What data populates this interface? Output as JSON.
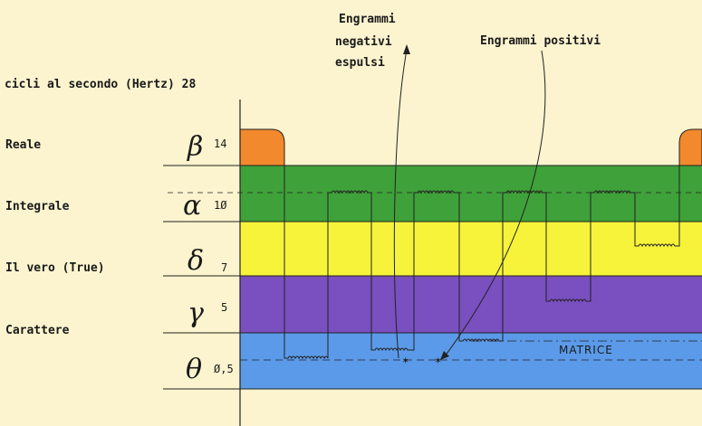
{
  "header": {
    "frequency_label": "cicli al secondo (Hertz) 28"
  },
  "levels": [
    {
      "name": "Reale",
      "symbol": "β",
      "hz": "14"
    },
    {
      "name": "Integrale",
      "symbol": "α",
      "hz": "1Ø"
    },
    {
      "name": "Il vero (True)",
      "symbol": "δ",
      "hz": "7"
    },
    {
      "name": "Carattere",
      "symbol": "γ",
      "hz": "5"
    },
    {
      "name": "",
      "symbol": "θ",
      "hz": "Ø,5"
    }
  ],
  "annotations": {
    "negative_line1": "Engrammi",
    "negative_line2": "negativi",
    "negative_line3": "espulsi",
    "positive": "Engrammi positivi",
    "matrix": "MATRICE"
  },
  "colors": {
    "background": "#fbf4cf",
    "beta_band": "#f2892c",
    "alpha_band": "#3fa13a",
    "delta_band": "#f7f33a",
    "gamma_band": "#7a4fbf",
    "theta_band": "#5b9ae8"
  }
}
